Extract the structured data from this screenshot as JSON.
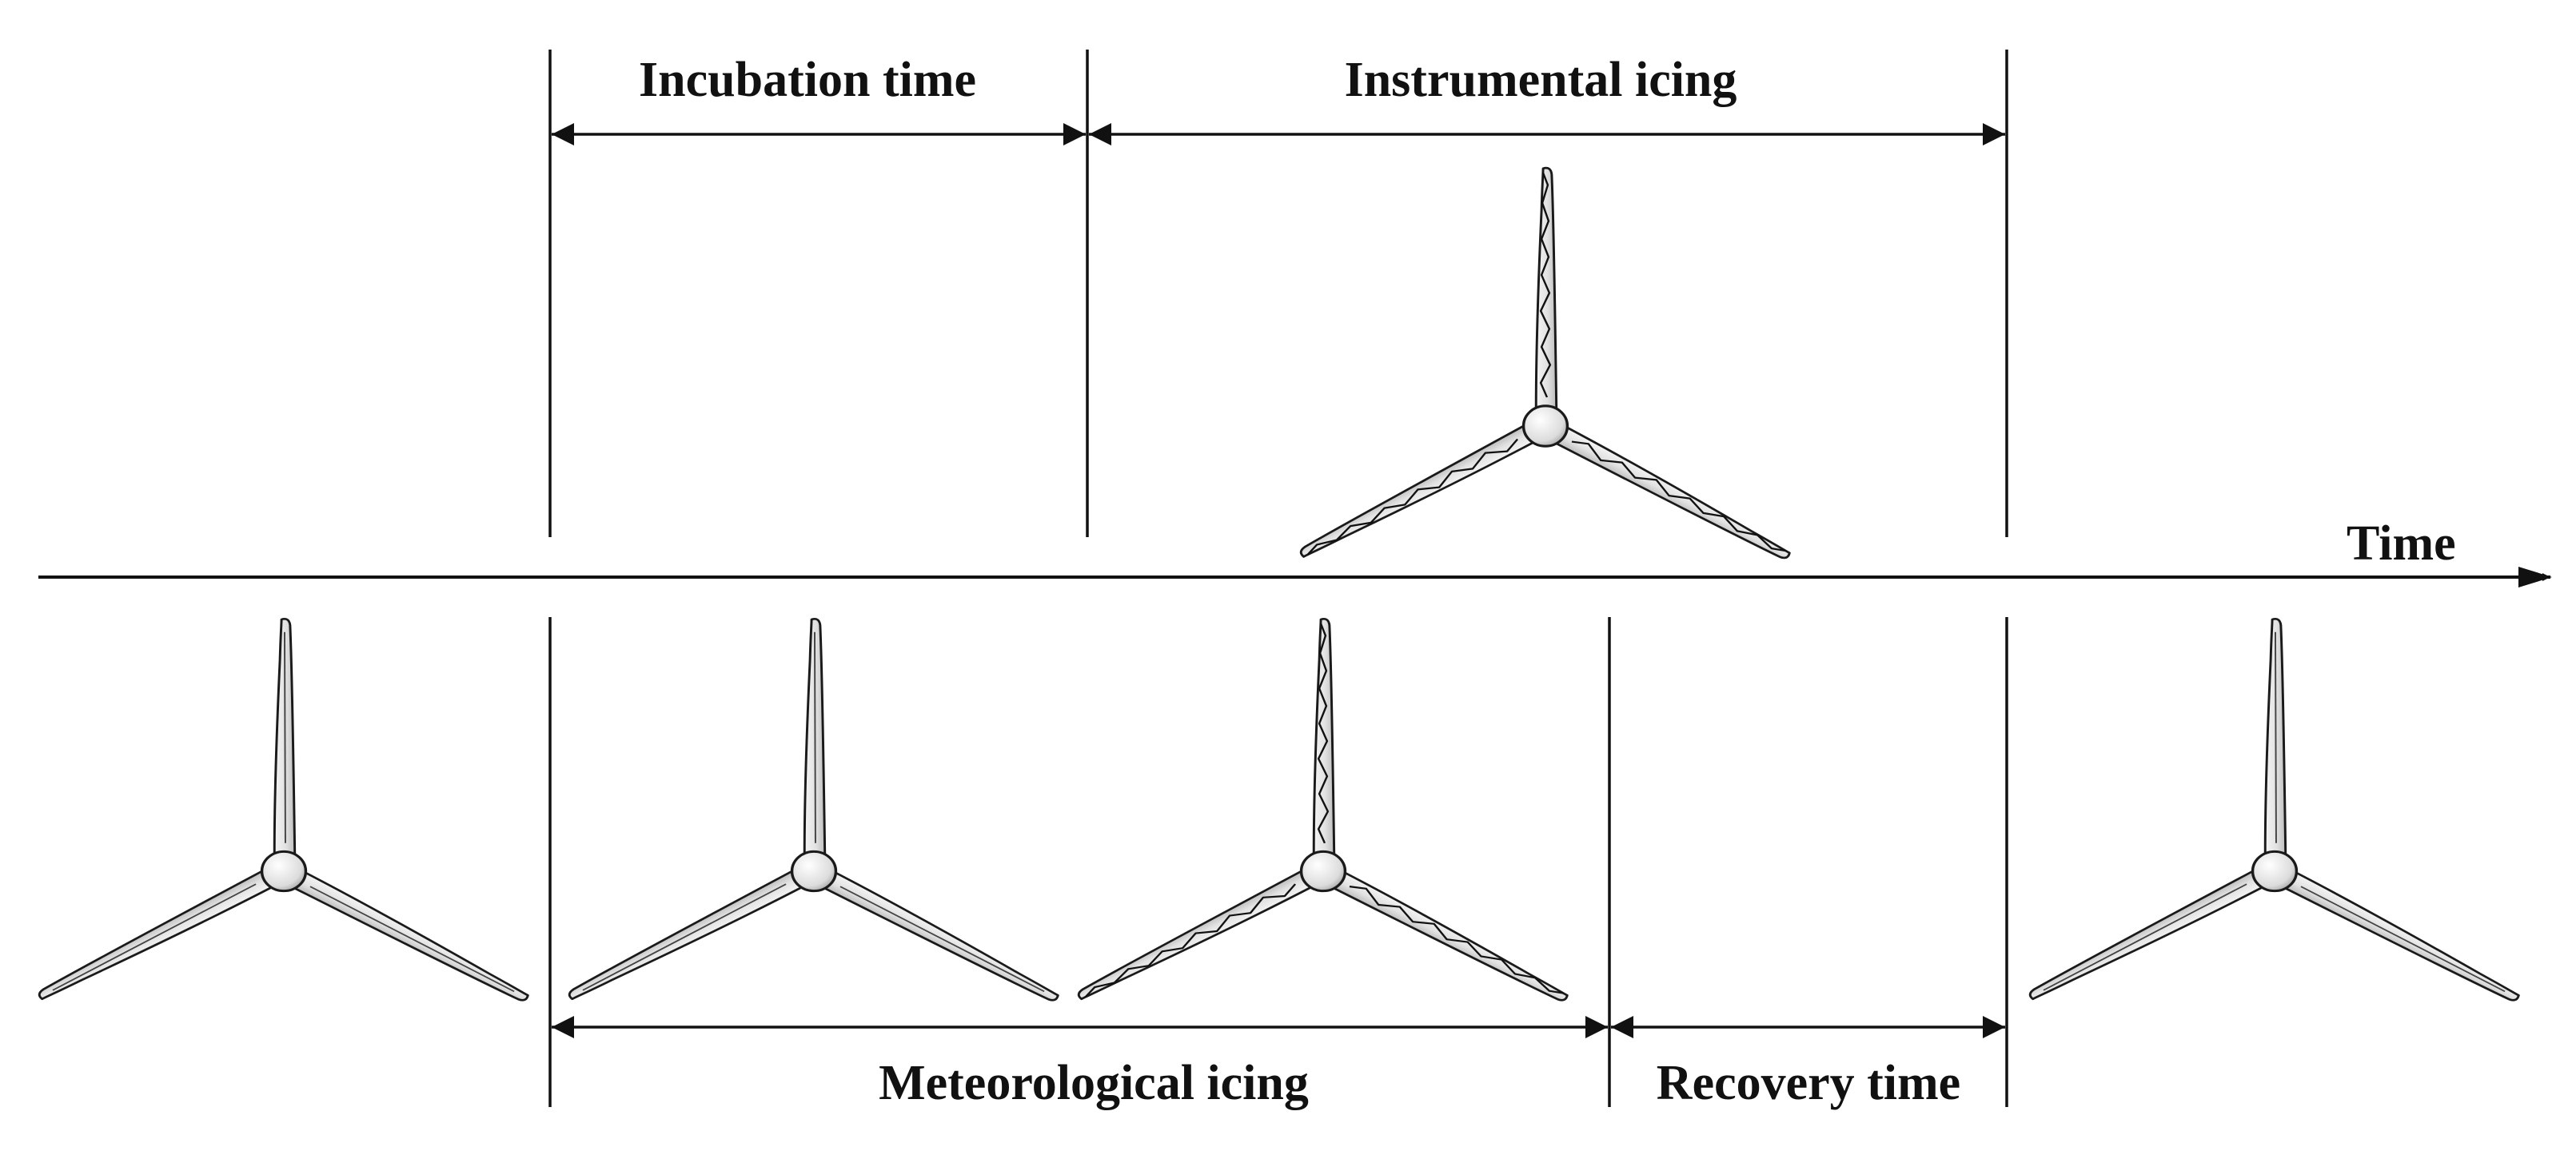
{
  "axis": {
    "label": "Time"
  },
  "periods": {
    "incubation": "Incubation time",
    "instrumental": "Instrumental icing",
    "meteorological": "Meteorological icing",
    "recovery": "Recovery time"
  },
  "turbines": [
    {
      "stage": "before-icing",
      "iced": false
    },
    {
      "stage": "icing-start",
      "iced": false
    },
    {
      "stage": "iced-meteorological",
      "iced": true
    },
    {
      "stage": "iced-instrumental",
      "iced": true
    },
    {
      "stage": "after-recovery",
      "iced": false
    }
  ]
}
